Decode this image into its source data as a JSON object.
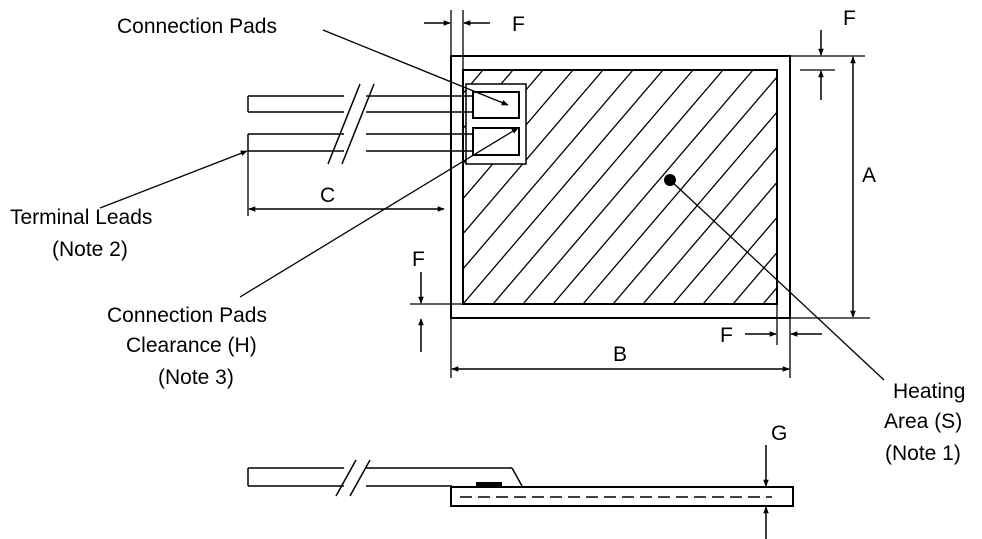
{
  "labels": {
    "connection_pads": "Connection Pads",
    "terminal_leads": "Terminal Leads",
    "note2": "(Note 2)",
    "pads_clearance": "Connection Pads",
    "clearance_h": "Clearance (H)",
    "note3": "(Note 3)",
    "heating_area": "Heating",
    "area_s": "Area (S)",
    "note1": "(Note 1)"
  },
  "dims": {
    "a": "A",
    "b": "B",
    "c": "C",
    "f": "F",
    "g": "G"
  }
}
